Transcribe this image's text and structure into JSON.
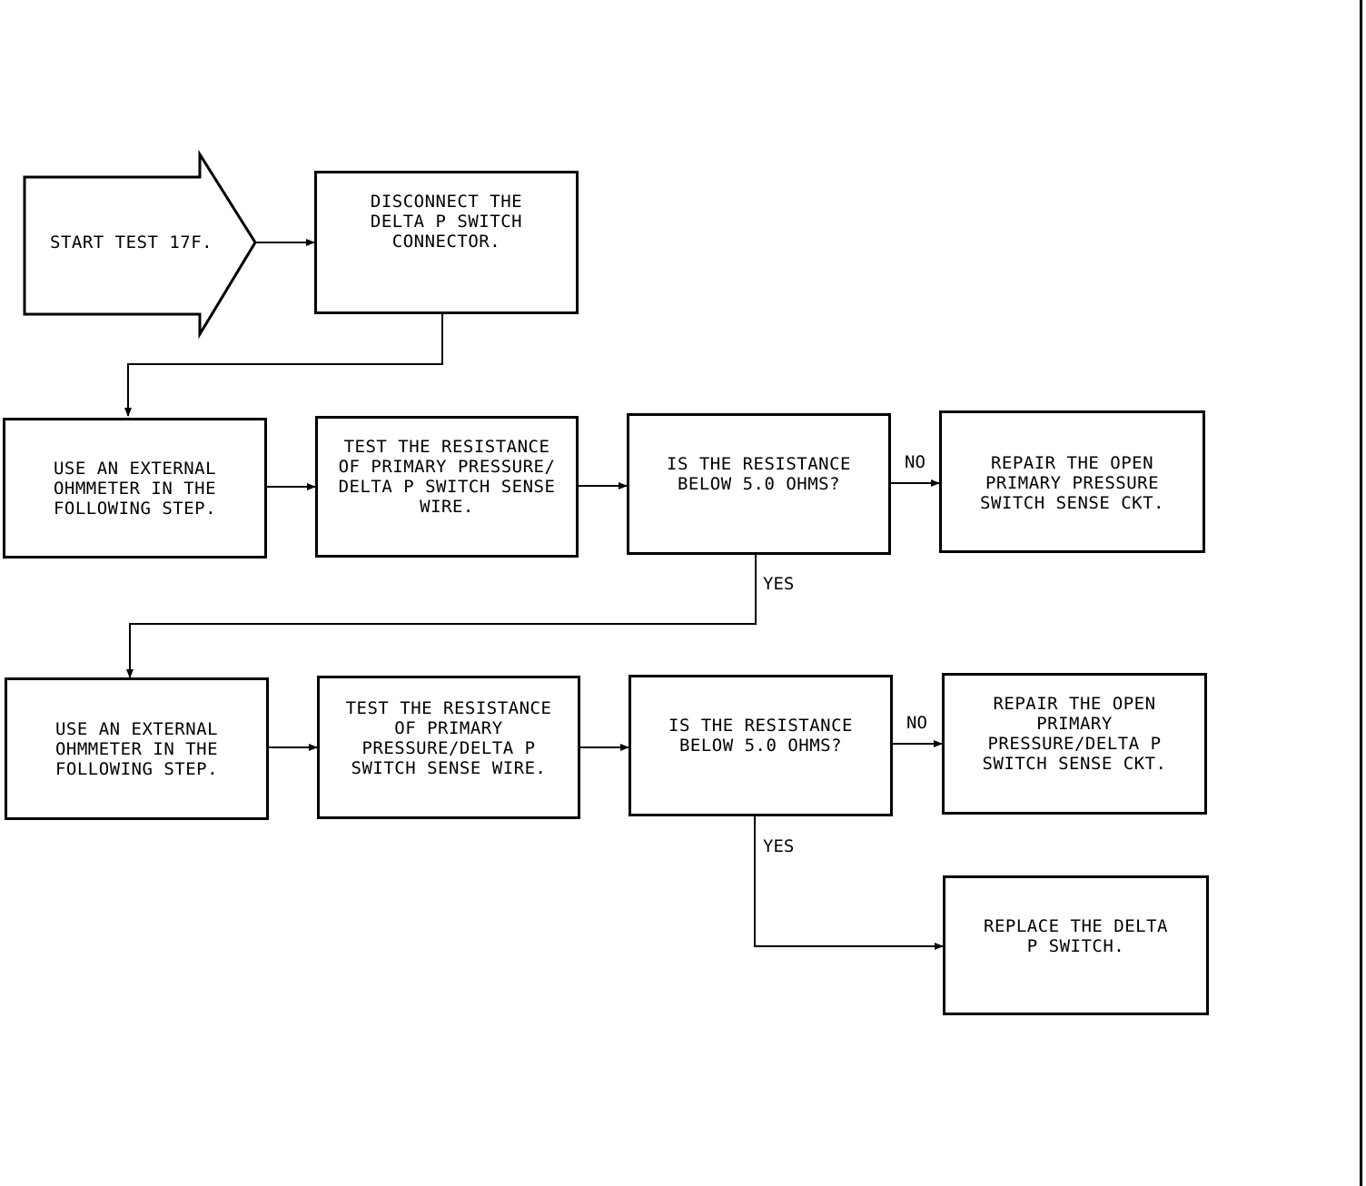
{
  "start": {
    "label": "START TEST 17F."
  },
  "boxes": {
    "disconnect": "DISCONNECT THE\nDELTA P SWITCH\nCONNECTOR.",
    "row1_ohm": "USE AN EXTERNAL\nOHMMETER IN THE\nFOLLOWING STEP.",
    "row1_test": "TEST THE RESISTANCE\nOF PRIMARY PRESSURE/\nDELTA P SWITCH SENSE\nWIRE.",
    "row1_q": "IS THE RESISTANCE\nBELOW 5.0 OHMS?",
    "row1_repair": "REPAIR THE OPEN\nPRIMARY PRESSURE\nSWITCH SENSE CKT.",
    "row2_ohm": "USE AN EXTERNAL\nOHMMETER IN THE\nFOLLOWING STEP.",
    "row2_test": "TEST THE RESISTANCE\nOF PRIMARY\nPRESSURE/DELTA P\nSWITCH SENSE WIRE.",
    "row2_q": "IS THE RESISTANCE\nBELOW 5.0 OHMS?",
    "row2_repair": "REPAIR THE OPEN\nPRIMARY\nPRESSURE/DELTA P\nSWITCH SENSE CKT.",
    "replace": "REPLACE THE DELTA\nP SWITCH."
  },
  "labels": {
    "no1": "NO",
    "yes1": "YES",
    "no2": "NO",
    "yes2": "YES"
  }
}
